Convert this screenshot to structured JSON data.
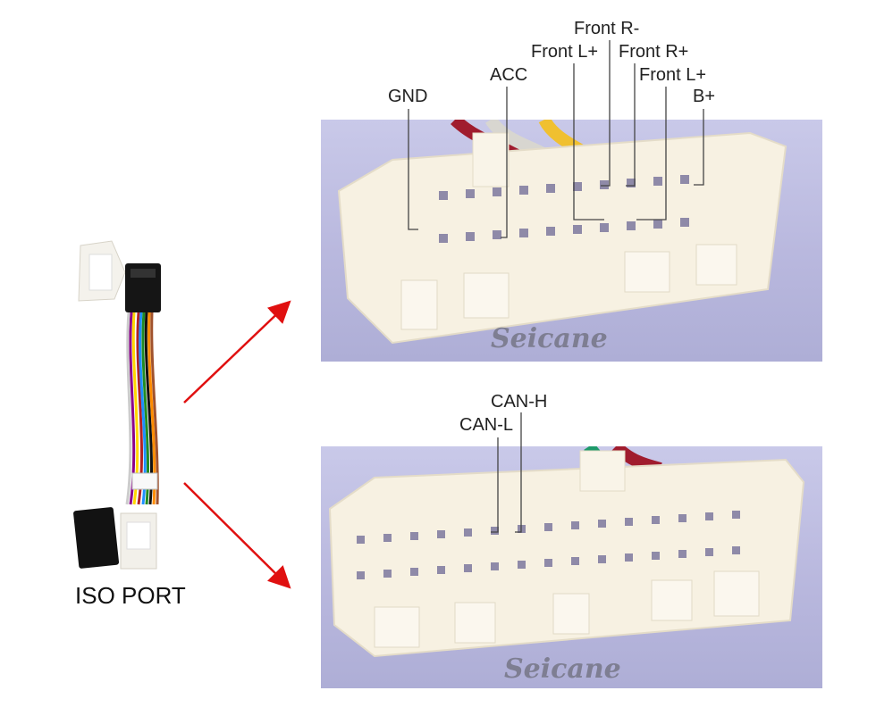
{
  "iso_port": {
    "label": "ISO PORT"
  },
  "top_connector": {
    "pins": [
      {
        "id": "gnd",
        "label": "GND"
      },
      {
        "id": "acc",
        "label": "ACC"
      },
      {
        "id": "front-r-minus",
        "label": "Front R-"
      },
      {
        "id": "front-l-plus-1",
        "label": "Front L+"
      },
      {
        "id": "front-r-plus",
        "label": "Front R+"
      },
      {
        "id": "front-l-plus-2",
        "label": "Front L+"
      },
      {
        "id": "b-plus",
        "label": "B+"
      }
    ],
    "watermark": "Seicane"
  },
  "bottom_connector": {
    "pins": [
      {
        "id": "can-h",
        "label": "CAN-H"
      },
      {
        "id": "can-l",
        "label": "CAN-L"
      }
    ],
    "watermark": "Seicane"
  },
  "colors": {
    "arrow": "#e01010",
    "leader_line": "#444444",
    "panel_bg": "#bdbde0",
    "connector_body": "#f6f0e2"
  }
}
